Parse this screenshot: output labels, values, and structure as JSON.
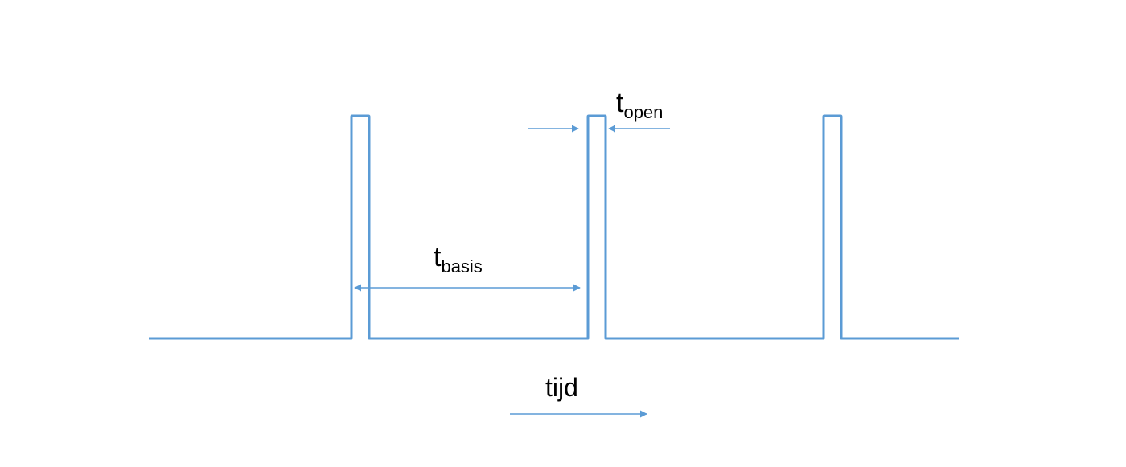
{
  "colors": {
    "signal": "#5b9bd5",
    "arrow": "#5b9bd5",
    "text": "#000000"
  },
  "labels": {
    "t_open": {
      "main": "t",
      "sub": "open"
    },
    "t_basis": {
      "main": "t",
      "sub": "basis"
    },
    "time_axis": "tijd"
  }
}
